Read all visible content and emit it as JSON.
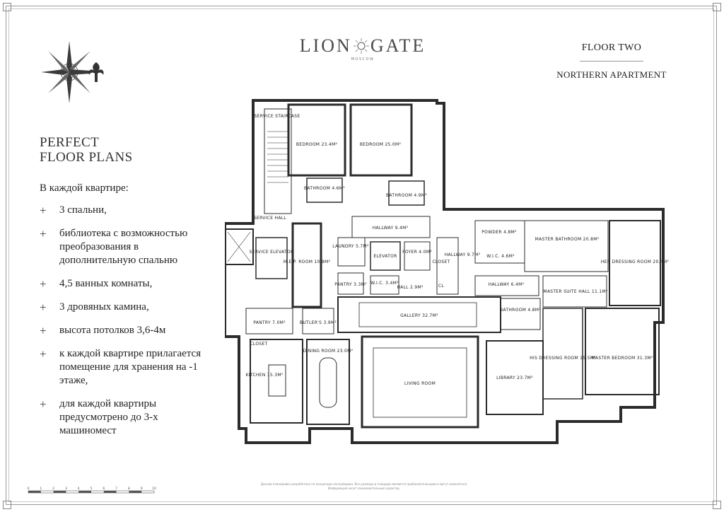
{
  "brand": {
    "name_left": "LION",
    "name_right": "GATE",
    "city": "MOSCOW"
  },
  "floor": "FLOOR TWO",
  "apartment": "NORTHERN APARTMENT",
  "title_line1": "PERFECT",
  "title_line2": "FLOOR PLANS",
  "intro": "В каждой квартире:",
  "features": [
    "3 спальни,",
    "библиотека с возможностью преобразования в дополнительную спальню",
    "4,5 ванных комнаты,",
    "3 дровяных камина,",
    "высота потолков 3,6-4м",
    "к каждой квартире прилагается помещение для хранения на -1 этаже,",
    "для каждой квартиры предусмотрено до 3-х машиномест"
  ],
  "plus_symbol": "+",
  "rooms": {
    "service_staircase": "SERVICE STAIRCASE",
    "bedroom_1": "BEDROOM 23.4M²",
    "bedroom_2": "BEDROOM 25.0M²",
    "bathroom_1": "BATHROOM 4.6M²",
    "bathroom_2": "BATHROOM 4.9M²",
    "service_hall": "SERVICE HALL",
    "service_elevator": "SERVICE ELEVATOR",
    "mep_room": "M.E.P. ROOM 10.9M²",
    "hallway_1": "HALLWAY 9.4M²",
    "laundry": "LAUNDRY 5.7M²",
    "elevator": "ELEVATOR",
    "foyer": "FOYER 4.0M²",
    "closet_1": "CLOSET",
    "hallway_2": "HALLWAY 9.7M²",
    "powder": "POWDER 4.8M²",
    "wic_1": "W.I.C. 4.6M²",
    "master_bathroom": "MASTER BATHROOM 20.8M²",
    "her_dressing": "HER DRESSING ROOM 20.4M²",
    "pantry_1": "PANTRY 3.3M²",
    "wic_2": "W.I.C. 3.4M²",
    "hall": "HALL 2.9M²",
    "cl": "CL",
    "hallway_3": "HALLWAY 6.4M²",
    "master_suite_hall": "MASTER SUITE HALL 11.1M²",
    "bathroom_3": "BATHROOM 4.8M²",
    "pantry_2": "PANTRY 7.0M²",
    "butlers": "BUTLER'S 3.9M²",
    "gallery": "GALLERY 32.7M²",
    "closet_2": "CLOSET",
    "kitchen": "KITCHEN 15.3M²",
    "dining_room": "DINING ROOM 23.0M²",
    "living_room": "LIVING ROOM",
    "library": "LIBRARY 23.7M²",
    "his_dressing": "HIS DRESSING ROOM 15.5M²",
    "master_bedroom": "MASTER BEDROOM 31.3M²"
  },
  "scale_ticks": [
    "0",
    "1",
    "2",
    "3",
    "4",
    "5",
    "6",
    "7",
    "8",
    "9",
    "10"
  ],
  "legal": "Данная планировка разработана по концепции застройщика. Все размеры и площади являются приблизительными и могут изменяться. Информация носит ознакомительный характер."
}
